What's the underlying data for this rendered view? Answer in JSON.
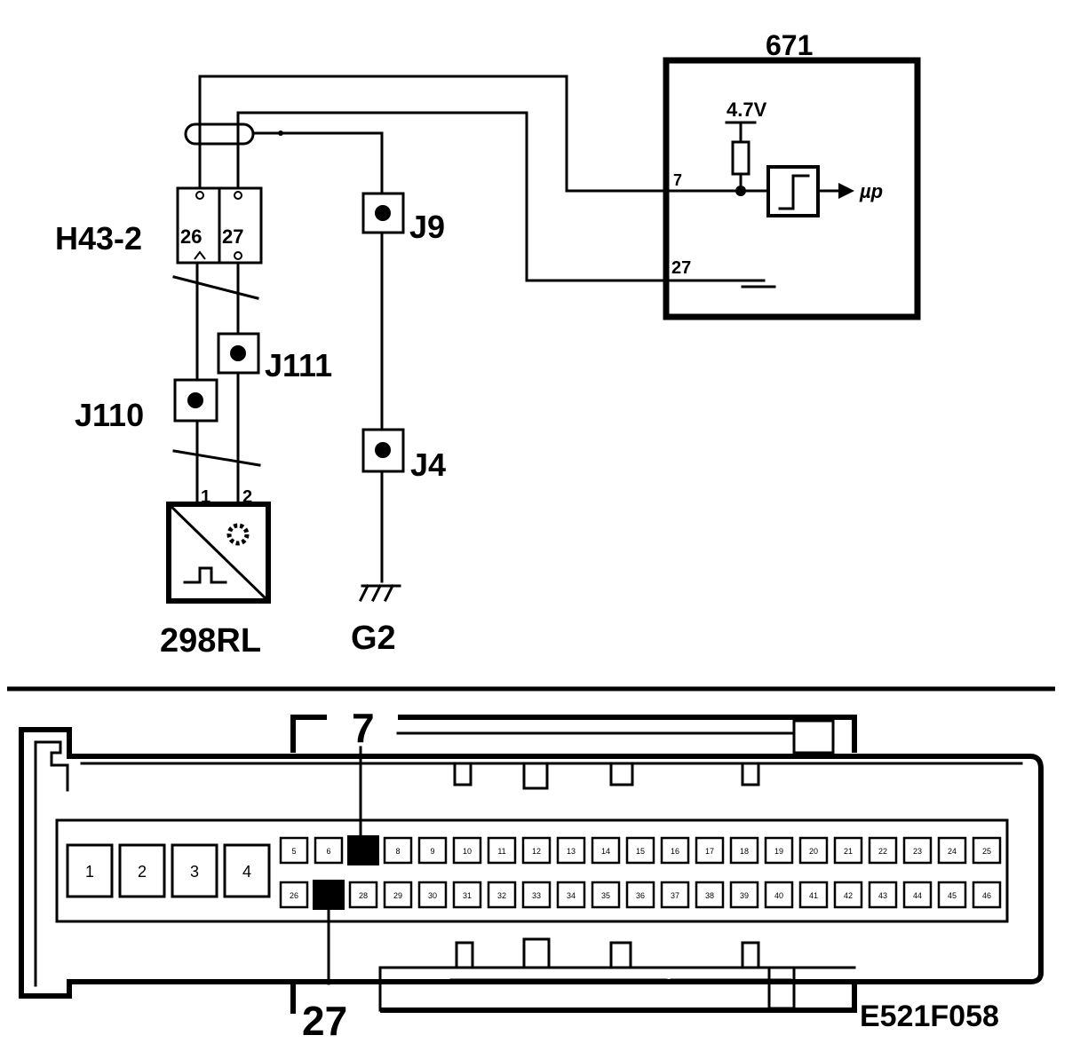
{
  "labels": {
    "ecu": "671",
    "voltage": "4.7V",
    "ecu_pin_a": "7",
    "ecu_pin_b": "27",
    "micro": "µp",
    "connector": "H43-2",
    "conn_pin_a": "26",
    "conn_pin_b": "27",
    "junction_9": "J9",
    "junction_111": "J111",
    "junction_110": "J110",
    "junction_4": "J4",
    "sensor_pin_1": "1",
    "sensor_pin_2": "2",
    "sensor": "298RL",
    "ground": "G2",
    "callout_top": "7",
    "callout_bottom": "27",
    "figure_code": "E521F058"
  },
  "connector_block": {
    "large_pins": [
      "1",
      "2",
      "3",
      "4"
    ],
    "top_row": [
      "5",
      "6",
      "7",
      "8",
      "9",
      "10",
      "11",
      "12",
      "13",
      "14",
      "15",
      "16",
      "17",
      "18",
      "19",
      "20",
      "21",
      "22",
      "23",
      "24",
      "25"
    ],
    "bottom_row": [
      "26",
      "27",
      "28",
      "29",
      "30",
      "31",
      "32",
      "33",
      "34",
      "35",
      "36",
      "37",
      "38",
      "39",
      "40",
      "41",
      "42",
      "43",
      "44",
      "45",
      "46"
    ],
    "highlighted": [
      "7",
      "27"
    ]
  }
}
